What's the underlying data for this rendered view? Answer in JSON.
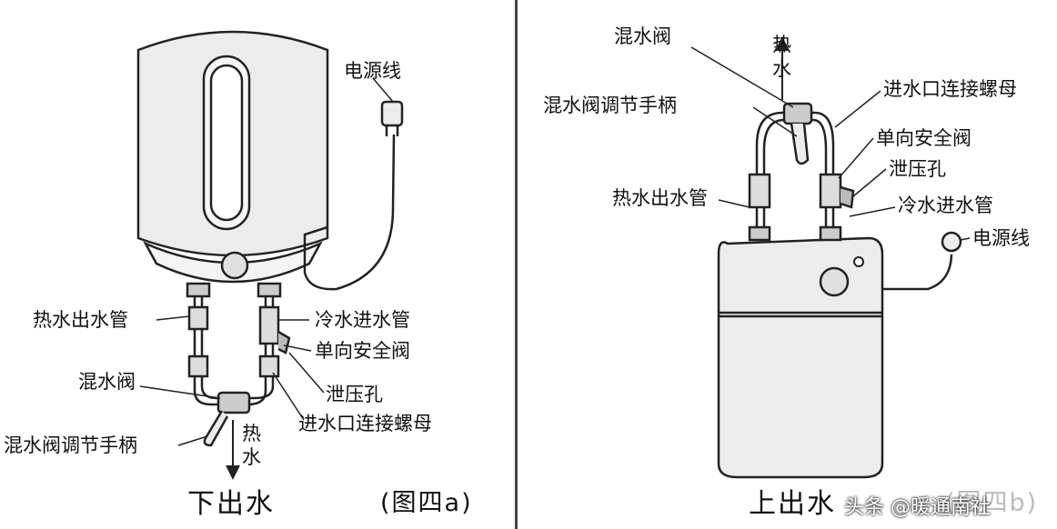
{
  "left_panel": {
    "labels": {
      "power_cord": "电源线",
      "hot_outlet_pipe": "热水出水管",
      "cold_inlet_pipe": "冷水进水管",
      "check_safety_valve": "单向安全阀",
      "mixing_valve": "混水阀",
      "relief_hole": "泄压孔",
      "mixing_valve_handle": "混水阀调节手柄",
      "inlet_nut": "进水口连接螺母",
      "hot_water_out": "热\n水"
    },
    "caption": "下出水",
    "figure_no": "(图四a)"
  },
  "right_panel": {
    "labels": {
      "mixing_valve": "混水阀",
      "hot_water_out": "热\n水",
      "mixing_valve_handle": "混水阀调节手柄",
      "inlet_nut": "进水口连接螺母",
      "check_safety_valve": "单向安全阀",
      "relief_hole": "泄压孔",
      "hot_outlet_pipe": "热水出水管",
      "cold_inlet_pipe": "冷水进水管",
      "power_cord": "电源线"
    },
    "caption": "上出水",
    "figure_no": "(图四b)"
  },
  "watermark": "头条 @暖通南社",
  "colors": {
    "line": "#222222",
    "fill": "#ececec",
    "bg": "#ffffff"
  }
}
